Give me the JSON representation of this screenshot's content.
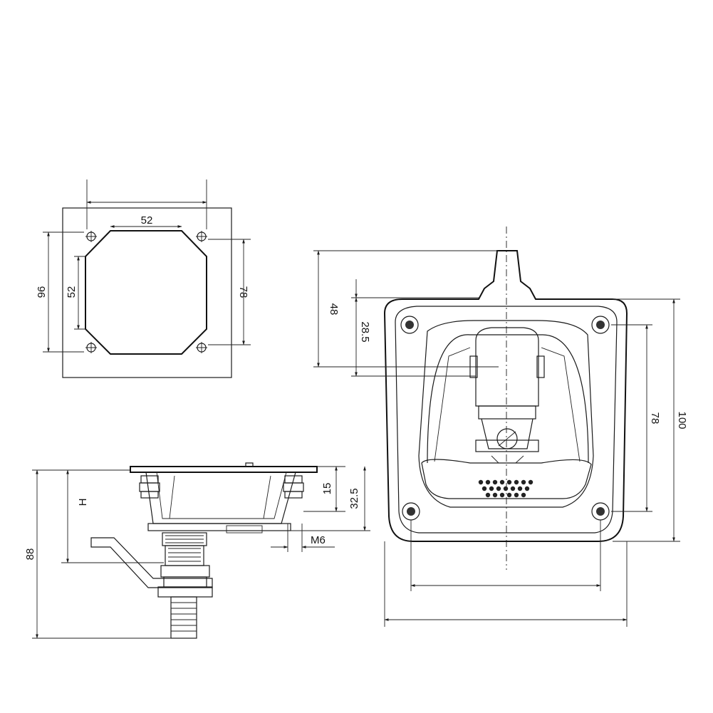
{
  "colors": {
    "line": "#1a1a1a",
    "background": "#ffffff"
  },
  "cutout_view": {
    "top_dim": "52",
    "left_outer_dim": "96",
    "left_inner_dim": "52",
    "right_dim": "78"
  },
  "side_view": {
    "height_label": "H",
    "overall_dim": "88",
    "flange_dim": "15",
    "body_dim": "32.5",
    "thread_label": "M6"
  },
  "front_view": {
    "dim_48": "48",
    "dim_28_5": "28.5",
    "dim_78": "78",
    "dim_100": "100"
  }
}
